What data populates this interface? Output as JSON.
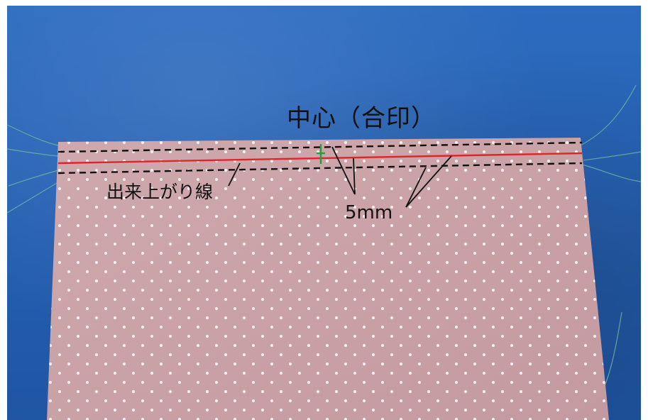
{
  "labels": {
    "center_mark": "中心（合印）",
    "finished_line": "出来上がり線",
    "seam_allowance": "5mm"
  },
  "colors": {
    "background_blue": "#2762b4",
    "fabric_pink": "#c9a2a6",
    "dot_white": "#f4eef0",
    "finished_line_red": "#e0242b",
    "guide_dashes": "#111111",
    "center_mark_green": "#2a9d3a",
    "thread_green": "#5aa88a"
  }
}
